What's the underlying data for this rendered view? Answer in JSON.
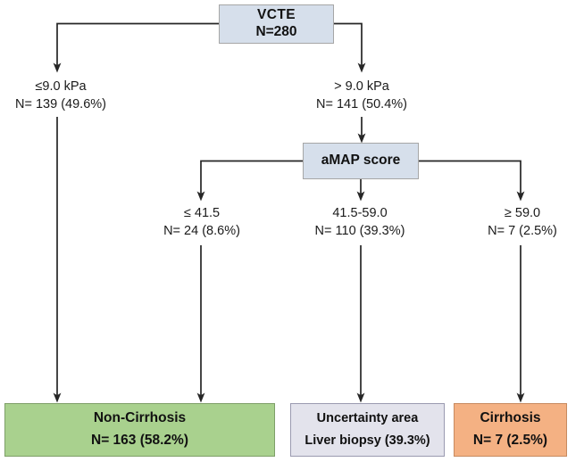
{
  "diagram": {
    "title": "VCTE and aMAP score cirrhosis triage flowchart",
    "colors": {
      "process_box": "#d6dfeb",
      "non_cirrhosis": "#a9d18e",
      "uncertainty": "#e3e3ec",
      "cirrhosis": "#f4b183",
      "edge": "#262626"
    }
  },
  "nodes": {
    "vcte": {
      "line1": "VCTE",
      "line2": "N=280"
    },
    "amap": {
      "line1": "aMAP score"
    },
    "non_cirrhosis": {
      "line1": "Non-Cirrhosis",
      "line2": "N= 163 (58.2%)"
    },
    "uncertainty": {
      "line1": "Uncertainty area",
      "line2": "Liver biopsy (39.3%)"
    },
    "cirrhosis": {
      "line1": "Cirrhosis",
      "line2": "N= 7 (2.5%)"
    }
  },
  "edge_labels": {
    "vcte_low": {
      "l1": "≤9.0 kPa",
      "l2": "N= 139 (49.6%)"
    },
    "vcte_high": {
      "l1": "> 9.0 kPa",
      "l2": "N= 141 (50.4%)"
    },
    "amap_low": {
      "l1": "≤ 41.5",
      "l2": "N= 24 (8.6%)"
    },
    "amap_mid": {
      "l1": "41.5-59.0",
      "l2": "N= 110 (39.3%)"
    },
    "amap_high": {
      "l1": "≥ 59.0",
      "l2": "N= 7 (2.5%)"
    }
  }
}
